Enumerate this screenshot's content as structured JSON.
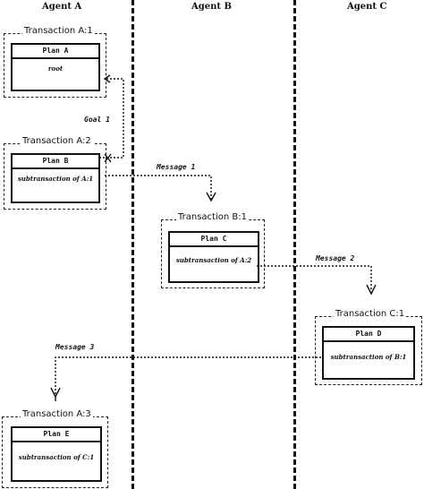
{
  "agents": [
    "Agent A",
    "Agent B",
    "Agent C"
  ],
  "transactions": [
    {
      "title": "Transaction A:1",
      "plan": "Plan A",
      "sub": "root"
    },
    {
      "title": "Transaction A:2",
      "plan": "Plan B",
      "sub": "subtransaction of A:1"
    },
    {
      "title": "Transaction B:1",
      "plan": "Plan C",
      "sub": "subtransaction of A:2"
    },
    {
      "title": "Transaction C:1",
      "plan": "Plan D",
      "sub": "subtransaction of B:1"
    },
    {
      "title": "Transaction A:3",
      "plan": "Plan E",
      "sub": "subtransaction of C:1"
    }
  ],
  "messages": {
    "goal": "Goal 1",
    "message_1": "Message 1",
    "message_2": "Message 2",
    "message_3": "Message 3"
  }
}
